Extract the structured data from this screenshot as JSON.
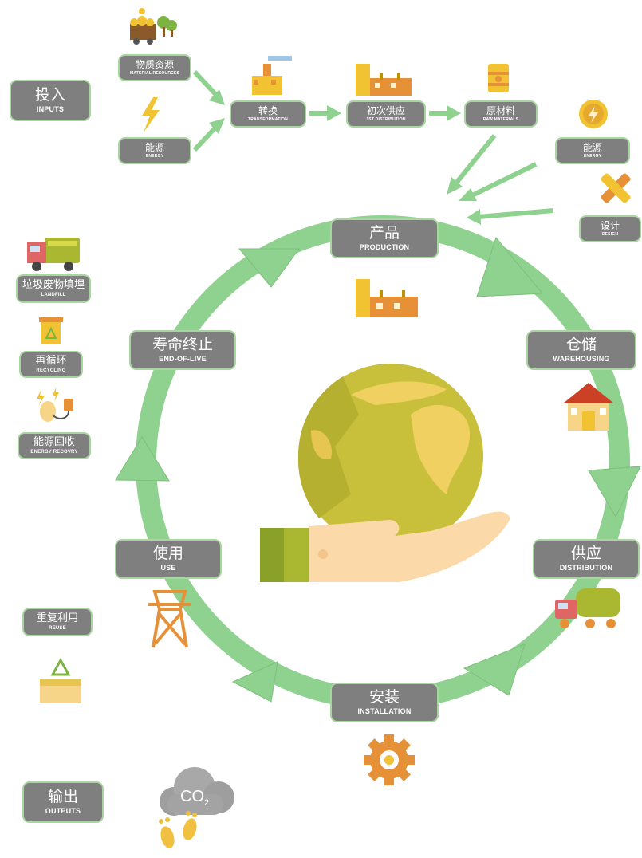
{
  "inputs": {
    "zh": "投入",
    "en": "INPUTS"
  },
  "outputs": {
    "zh": "输出",
    "en": "OUTPUTS"
  },
  "supply_chain": {
    "material_resources": {
      "zh": "物质资源",
      "en": "MATERIAL RESOURCES"
    },
    "energy_left": {
      "zh": "能源",
      "en": "ENERGY"
    },
    "transformation": {
      "zh": "转换",
      "en": "TRANSFORMATION"
    },
    "first_distribution": {
      "zh": "初次供应",
      "en": "1ST DISTRIBUTION"
    },
    "raw_materials": {
      "zh": "原材料",
      "en": "RAW MATERIALS"
    },
    "energy_right": {
      "zh": "能源",
      "en": "ENERGY"
    },
    "design": {
      "zh": "设计",
      "en": "DESIGN"
    }
  },
  "cycle": {
    "production": {
      "zh": "产品",
      "en": "PRODUCTION"
    },
    "warehousing": {
      "zh": "仓储",
      "en": "WAREHOUSING"
    },
    "distribution": {
      "zh": "供应",
      "en": "DISTRIBUTION"
    },
    "installation": {
      "zh": "安装",
      "en": "INSTALLATION"
    },
    "use": {
      "zh": "使用",
      "en": "USE"
    },
    "end_of_life": {
      "zh": "寿命终止",
      "en": "END-OF-LIVE"
    }
  },
  "end_of_life_options": {
    "landfill": {
      "zh": "垃圾废物填埋",
      "en": "LANDFILL"
    },
    "recycling": {
      "zh": "再循环",
      "en": "RECYCLING"
    },
    "energy_recovery": {
      "zh": "能源回收",
      "en": "ENERGY RECOVRY"
    },
    "reuse": {
      "zh": "重复利用",
      "en": "REUSE"
    }
  },
  "co2": {
    "main": "CO",
    "sub": "2"
  },
  "colors": {
    "arrow": "#8fd18f",
    "label_bg": "#7f7f7f",
    "label_border": "#a8d5a0",
    "globe": "#c8c03a",
    "land": "#f0d060"
  }
}
